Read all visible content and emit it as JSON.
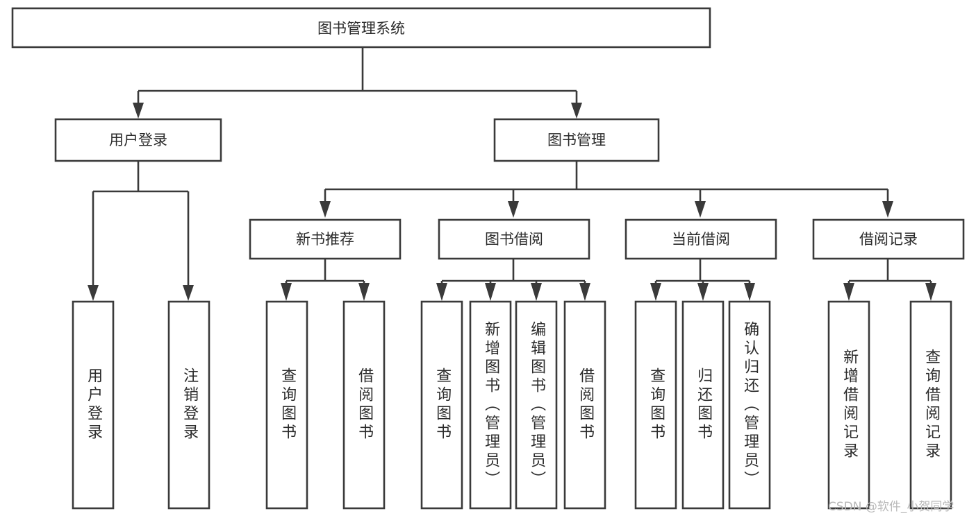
{
  "diagram": {
    "type": "tree-hierarchy",
    "title": "图书管理系统",
    "root": {
      "id": "root",
      "label": "图书管理系统",
      "level": 0
    },
    "level1": [
      {
        "id": "user-login",
        "label": "用户登录"
      },
      {
        "id": "book-management",
        "label": "图书管理"
      }
    ],
    "level2": [
      {
        "id": "new-book-recommend",
        "label": "新书推荐",
        "parent": "book-management"
      },
      {
        "id": "book-borrow",
        "label": "图书借阅",
        "parent": "book-management"
      },
      {
        "id": "current-borrow",
        "label": "当前借阅",
        "parent": "book-management"
      },
      {
        "id": "borrow-record",
        "label": "借阅记录",
        "parent": "book-management"
      }
    ],
    "leaves": [
      {
        "id": "leaf-user-login",
        "label": "用户登录",
        "parent": "user-login"
      },
      {
        "id": "leaf-logout-login",
        "label": "注销登录",
        "parent": "user-login"
      },
      {
        "id": "leaf-query-book-1",
        "label": "查询图书",
        "parent": "new-book-recommend"
      },
      {
        "id": "leaf-borrow-book-1",
        "label": "借阅图书",
        "parent": "new-book-recommend"
      },
      {
        "id": "leaf-query-book-2",
        "label": "查询图书",
        "parent": "book-borrow"
      },
      {
        "id": "leaf-add-book",
        "label": "新增图书（管理员）",
        "parent": "book-borrow"
      },
      {
        "id": "leaf-edit-book",
        "label": "编辑图书（管理员）",
        "parent": "book-borrow"
      },
      {
        "id": "leaf-borrow-book-2",
        "label": "借阅图书",
        "parent": "book-borrow"
      },
      {
        "id": "leaf-query-book-3",
        "label": "查询图书",
        "parent": "current-borrow"
      },
      {
        "id": "leaf-return-book",
        "label": "归还图书",
        "parent": "current-borrow"
      },
      {
        "id": "leaf-confirm-return",
        "label": "确认归还（管理员）",
        "parent": "current-borrow"
      },
      {
        "id": "leaf-add-record",
        "label": "新增借阅记录",
        "parent": "borrow-record"
      },
      {
        "id": "leaf-query-record",
        "label": "查询借阅记录",
        "parent": "borrow-record"
      }
    ]
  },
  "colors": {
    "stroke": "#3a3a3a",
    "fill": "#ffffff",
    "text": "#2b2b2b",
    "watermark": "#b8b8b8"
  },
  "watermark": {
    "text": "CSDN @软件_小贺同学"
  }
}
